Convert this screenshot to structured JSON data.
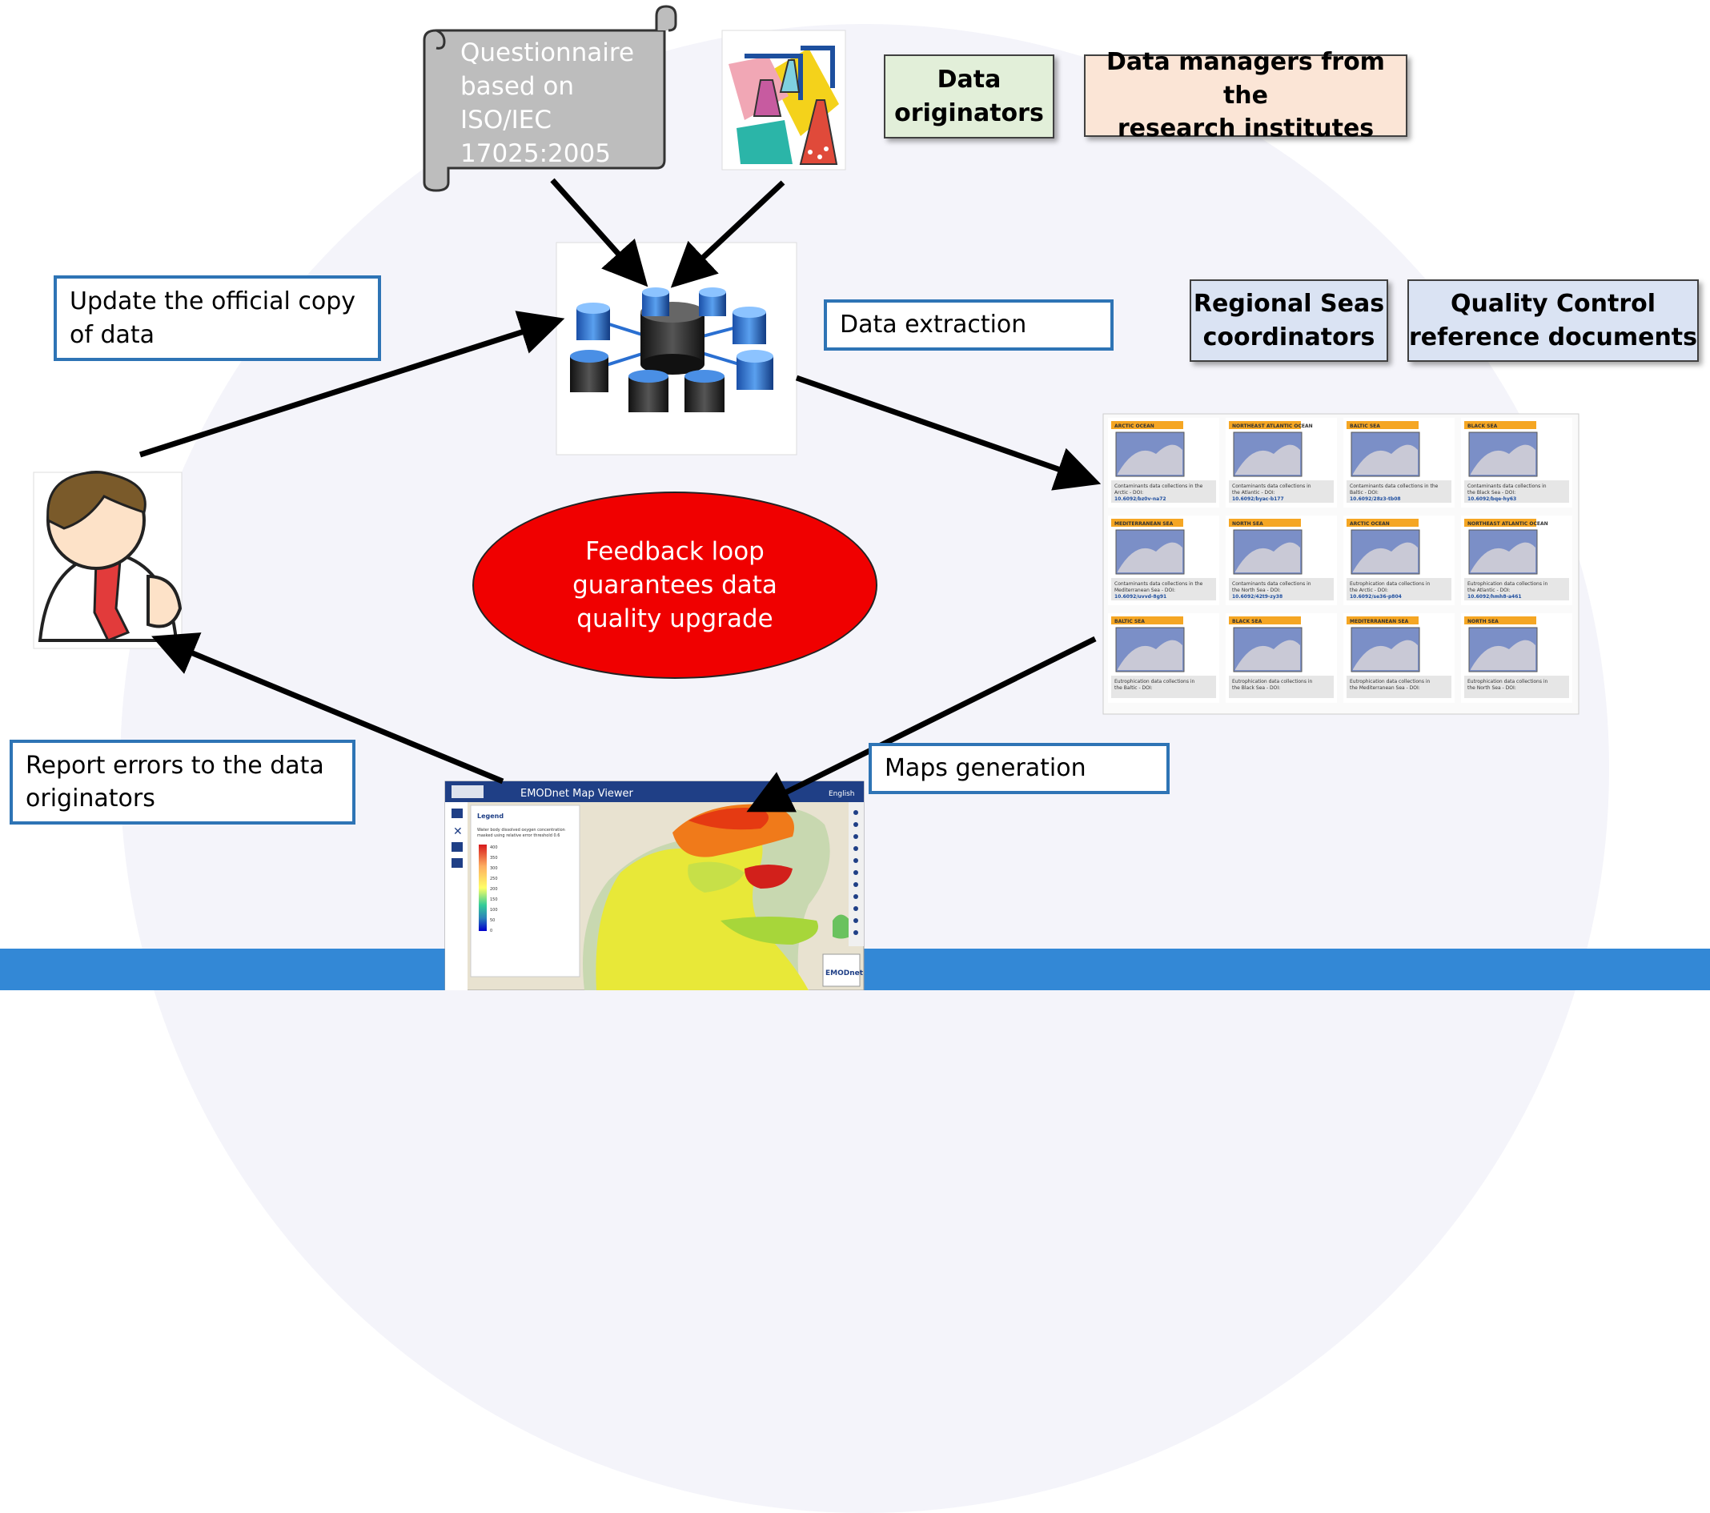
{
  "scroll": {
    "text": "Questionnaire\nbased on\nISO/IEC\n17025:2005"
  },
  "boxes": {
    "data_originators": "Data\noriginators",
    "data_managers": "Data managers from the\nresearch institutes",
    "regional_seas": "Regional Seas\ncoordinators",
    "qc_docs": "Quality Control\nreference documents",
    "update_copy": "Update the official copy\nof data",
    "data_extraction": "Data extraction",
    "report_errors": "Report errors to the data\noriginators",
    "maps_generation": "Maps generation"
  },
  "feedback": {
    "text": "Feedback loop\nguarantees data\nquality upgrade"
  },
  "colors": {
    "outline_blue": "#2e74b5",
    "green_fill": "#e2efd9",
    "peach_fill": "#fbe5d6",
    "blue_fill": "#dae3f3",
    "ellipse_red": "#f00000",
    "footer_blue": "#3388d6"
  },
  "product_grid": {
    "panels": [
      {
        "region": "ARCTIC OCEAN",
        "caption": "Contaminants data collections in the",
        "caption2": "Arctic - DOI:",
        "link": "10.6092/bz0v-na72"
      },
      {
        "region": "NORTHEAST ATLANTIC OCEAN",
        "caption": "Contaminants data collections in",
        "caption2": "the Atlantic - DOI:",
        "link": "10.6092/byac-b177"
      },
      {
        "region": "BALTIC SEA",
        "caption": "Contaminants data collections in the",
        "caption2": "Baltic - DOI:",
        "link": "10.6092/28z3-tb08"
      },
      {
        "region": "BLACK SEA",
        "caption": "Contaminants data collections in",
        "caption2": "the Black Sea - DOI:",
        "link": "10.6092/bqe-hy63"
      },
      {
        "region": "MEDITERRANEAN SEA",
        "caption": "Contaminants data collections in the",
        "caption2": "Mediterranean Sea - DOI:",
        "link": "10.6092/uvvd-8g91"
      },
      {
        "region": "NORTH SEA",
        "caption": "Contaminants data collections in",
        "caption2": "the North Sea - DOI:",
        "link": "10.6092/42t9-zy38"
      },
      {
        "region": "ARCTIC OCEAN",
        "caption": "Eutrophication data collections in",
        "caption2": "the Arctic - DOI:",
        "link": "10.6092/se36-p804"
      },
      {
        "region": "NORTHEAST ATLANTIC OCEAN",
        "caption": "Eutrophication data collections in",
        "caption2": "the Atlantic - DOI:",
        "link": "10.6092/hmh8-a461"
      },
      {
        "region": "BALTIC SEA",
        "caption": "Eutrophication data collections in",
        "caption2": "the Baltic - DOI:",
        "link": ""
      },
      {
        "region": "BLACK SEA",
        "caption": "Eutrophication data collections in",
        "caption2": "the Black Sea - DOI:",
        "link": ""
      },
      {
        "region": "MEDITERRANEAN SEA",
        "caption": "Eutrophication data collections in",
        "caption2": "the Mediterranean Sea - DOI:",
        "link": ""
      },
      {
        "region": "NORTH SEA",
        "caption": "Eutrophication data collections in",
        "caption2": "the North Sea - DOI:",
        "link": ""
      }
    ]
  },
  "map_viewer": {
    "title": "EMODnet Map Viewer",
    "language": "English",
    "legend_title": "Legend",
    "legend_desc1": "Water body dissolved oxygen concentration",
    "legend_desc2": "masked using relative error threshold 0.6",
    "legend_ticks": [
      "400",
      "350",
      "300",
      "250",
      "200",
      "150",
      "100",
      "50",
      "0"
    ],
    "logo": "EMODnet"
  }
}
